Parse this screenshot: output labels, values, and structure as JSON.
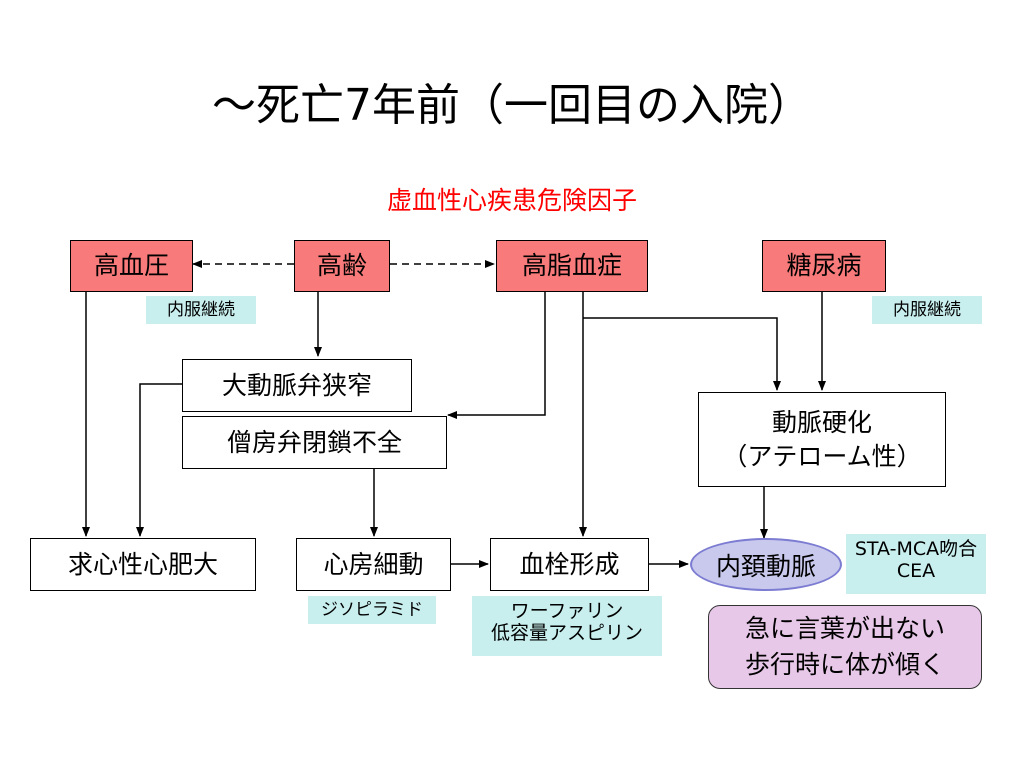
{
  "title": "～死亡7年前（一回目の入院）",
  "subtitle": "虚血性心疾患危険因子",
  "risk_factors": {
    "hypertension": "高血圧",
    "aging": "高齢",
    "hyperlipidemia": "高脂血症",
    "diabetes": "糖尿病"
  },
  "conditions": {
    "aortic_stenosis": "大動脈弁狭窄",
    "mitral_insufficiency": "僧房弁閉鎖不全",
    "arteriosclerosis_line1": "動脈硬化",
    "arteriosclerosis_line2": "（アテローム性）",
    "lvh": "求心性心肥大",
    "afib": "心房細動",
    "thrombus": "血栓形成",
    "carotid": "内頚動脈"
  },
  "treatments": {
    "bp_med": "内服継続",
    "dm_med": "内服継続",
    "antiarrhythmic": "ジソピラミド",
    "anticoag_line1": "ワーファリン",
    "anticoag_line2": "低容量アスピリン",
    "surgery_line1": "STA-MCA吻合",
    "surgery_line2": "CEA"
  },
  "symptoms": {
    "line1": "急に言葉が出ない",
    "line2": "歩行時に体が傾く"
  },
  "colors": {
    "risk_fill": "#f97a7a",
    "note_fill": "#c8eeee",
    "carotid_fill": "#c9c9ee",
    "symptom_fill": "#e8c8e8",
    "subtitle_color": "#ff0000"
  }
}
